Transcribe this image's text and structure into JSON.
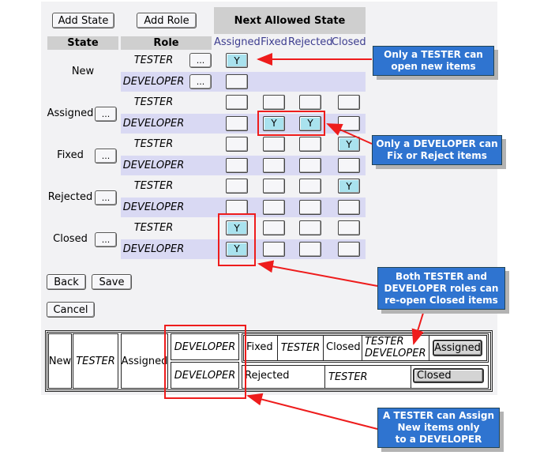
{
  "toolbar": {
    "add_state": "Add State",
    "add_role": "Add Role"
  },
  "grid": {
    "next_allowed_title": "Next Allowed State",
    "state_header": "State",
    "role_header": "Role",
    "columns": [
      "Assigned",
      "Fixed",
      "Rejected",
      "Closed"
    ],
    "dots": "...",
    "states": [
      {
        "name": "New",
        "roles": [
          {
            "role": "TESTER",
            "cells": [
              "Y",
              null,
              null,
              null
            ]
          },
          {
            "role": "DEVELOPER",
            "cells": [
              "",
              null,
              null,
              null
            ]
          }
        ]
      },
      {
        "name": "Assigned",
        "roles": [
          {
            "role": "TESTER",
            "cells": [
              "",
              "",
              "",
              ""
            ]
          },
          {
            "role": "DEVELOPER",
            "cells": [
              "",
              "Y",
              "Y",
              ""
            ]
          }
        ]
      },
      {
        "name": "Fixed",
        "roles": [
          {
            "role": "TESTER",
            "cells": [
              "",
              "",
              "",
              "Y"
            ]
          },
          {
            "role": "DEVELOPER",
            "cells": [
              "",
              "",
              "",
              ""
            ]
          }
        ]
      },
      {
        "name": "Rejected",
        "roles": [
          {
            "role": "TESTER",
            "cells": [
              "",
              "",
              "",
              "Y"
            ]
          },
          {
            "role": "DEVELOPER",
            "cells": [
              "",
              "",
              "",
              ""
            ]
          }
        ]
      },
      {
        "name": "Closed",
        "roles": [
          {
            "role": "TESTER",
            "cells": [
              "Y",
              "",
              "",
              ""
            ]
          },
          {
            "role": "DEVELOPER",
            "cells": [
              "Y",
              "",
              "",
              ""
            ]
          }
        ]
      }
    ]
  },
  "actions": {
    "back": "Back",
    "save": "Save",
    "cancel": "Cancel"
  },
  "bottom": {
    "new": "New",
    "tester": "TESTER",
    "assigned": "Assigned",
    "developer": "DEVELOPER",
    "fixed": "Fixed",
    "closed": "Closed",
    "rejected": "Rejected",
    "tester_line": "TESTER",
    "developer_line": "DEVELOPER",
    "assigned_btn": "Assigned",
    "closed_btn": "Closed"
  },
  "callouts": {
    "c1": [
      "Only a TESTER can",
      "open new items"
    ],
    "c2": [
      "Only a DEVELOPER can",
      "Fix or Reject items"
    ],
    "c3": [
      "Both TESTER and",
      "DEVELOPER roles can",
      "re-open Closed items"
    ],
    "c4": [
      "A TESTER can Assign",
      "New items only",
      "to a DEVELOPER"
    ]
  },
  "colors": {
    "highlight": "#ee1c1c",
    "callout": "#2f74d0",
    "checked": "#a9e2ee",
    "lavender": "#d9d9f3"
  }
}
